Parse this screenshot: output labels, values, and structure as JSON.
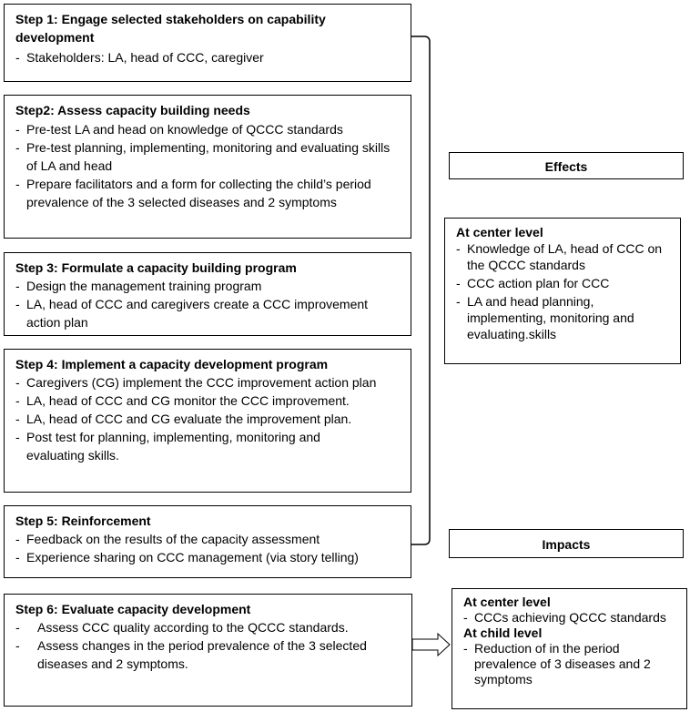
{
  "steps": [
    {
      "title": "Step 1: Engage selected stakeholders on capability development",
      "items": [
        "Stakeholders: LA, head of CCC, caregiver"
      ]
    },
    {
      "title": "Step2: Assess capacity building needs",
      "items": [
        "Pre-test LA and head on knowledge of QCCC standards",
        "Pre-test planning, implementing, monitoring and evaluating skills of LA and head",
        "Prepare facilitators and a form for collecting the child’s period prevalence of the 3 selected diseases and 2 symptoms"
      ]
    },
    {
      "title": "Step 3: Formulate a capacity building program",
      "items": [
        "Design the management training program",
        "LA, head of CCC and caregivers create a CCC improvement action plan"
      ]
    },
    {
      "title": "Step 4:  Implement a capacity development program",
      "items": [
        "Caregivers (CG) implement the CCC improvement action plan",
        "LA, head of CCC and CG monitor the CCC improvement.",
        "LA, head of CCC and CG evaluate the improvement plan.",
        "Post test for planning, implementing, monitoring and evaluating skills."
      ]
    },
    {
      "title": "Step 5: Reinforcement",
      "items": [
        "Feedback on the results of the capacity assessment",
        "Experience sharing on CCC management (via story telling)"
      ]
    },
    {
      "title": "Step 6: Evaluate capacity development",
      "items": [
        "Assess CCC quality according to the QCCC standards.",
        "Assess changes in the period prevalence of the 3 selected diseases and 2 symptoms."
      ]
    }
  ],
  "effects": {
    "label": "Effects",
    "title": "At center level",
    "items": [
      "Knowledge of LA, head of CCC on the QCCC standards",
      "CCC action plan for CCC",
      "LA and head planning, implementing, monitoring and evaluating.skills"
    ]
  },
  "impacts": {
    "label": "Impacts",
    "center_title": "At center level",
    "center_items": [
      "CCCs achieving QCCC standards"
    ],
    "child_title": "At child level",
    "child_items": [
      "Reduction of in the period prevalence of 3 diseases and 2 symptoms"
    ]
  },
  "dash": "-"
}
